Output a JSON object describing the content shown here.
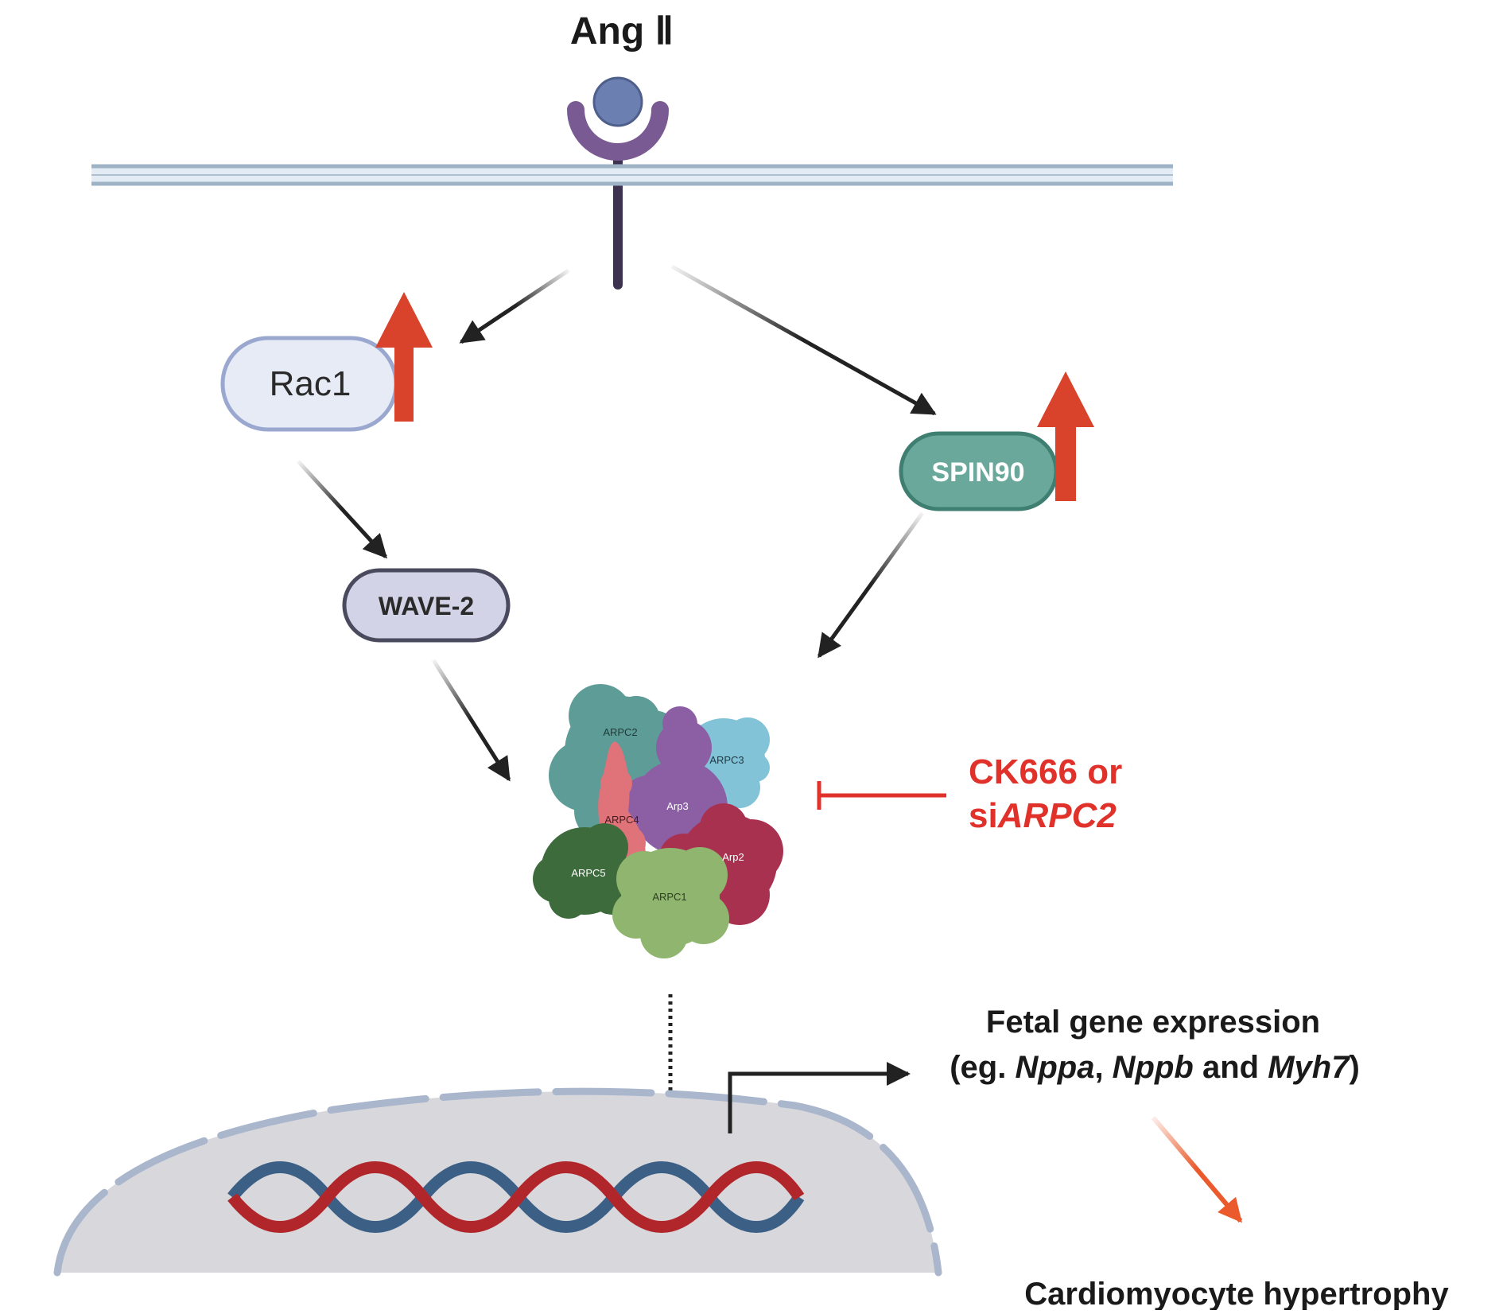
{
  "ligand": {
    "label": "Ang Ⅱ"
  },
  "nodes": {
    "rac1": {
      "label": "Rac1"
    },
    "wave2": {
      "label": "WAVE-2"
    },
    "spin90": {
      "label": "SPIN90"
    }
  },
  "complex": {
    "subunits": [
      "ARPC2",
      "ARPC3",
      "Arp3",
      "ARPC4",
      "Arp2",
      "ARPC5",
      "ARPC1"
    ]
  },
  "inhibitor": {
    "line1": "CK666 or",
    "line2_prefix": "si",
    "line2_italic": "ARPC2"
  },
  "fetal_gene": {
    "line1": "Fetal gene expression",
    "line2_parts": [
      {
        "text": "(eg. ",
        "bold": false,
        "italic": false
      },
      {
        "text": "Nppa",
        "bold": true,
        "italic": true
      },
      {
        "text": ", ",
        "bold": false,
        "italic": false
      },
      {
        "text": "Nppb",
        "bold": true,
        "italic": true
      },
      {
        "text": " and ",
        "bold": false,
        "italic": false
      },
      {
        "text": "Myh7",
        "bold": true,
        "italic": true
      },
      {
        "text": ")",
        "bold": false,
        "italic": false
      }
    ]
  },
  "outcome": {
    "label": "Cardiomyocyte hypertrophy"
  },
  "colors": {
    "upregulation_arrow": "#d9432c",
    "inhibition": "#e0312a",
    "receptor": "#7a5a93",
    "ligand_ball": "#6b7fb0",
    "rac1_fill": "#e6ebf6",
    "wave2_fill": "#d2d3e6",
    "spin90_fill": "#6aa89c",
    "nucleus_fill": "#d8d8dc",
    "dna_blue": "#3c5f86",
    "dna_red": "#b0262a",
    "outcome_arrow": "#ea5a2c"
  }
}
